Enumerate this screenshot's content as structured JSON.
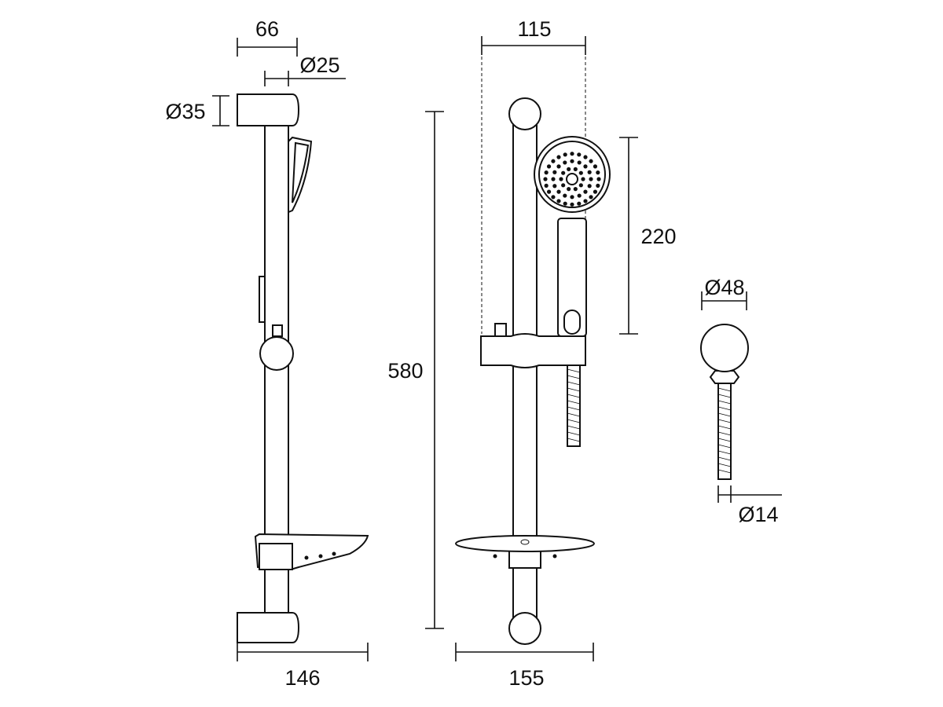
{
  "drawing": {
    "line_color": "#111111",
    "dimensions": {
      "side_bracket_depth": "66",
      "rail_diameter": "Ø25",
      "bracket_diameter": "Ø35",
      "side_total_depth": "146",
      "handset_width": "115",
      "rail_length": "580",
      "handset_length": "220",
      "soap_dish_width": "155",
      "outlet_diameter": "Ø48",
      "hose_diameter": "Ø14"
    }
  }
}
